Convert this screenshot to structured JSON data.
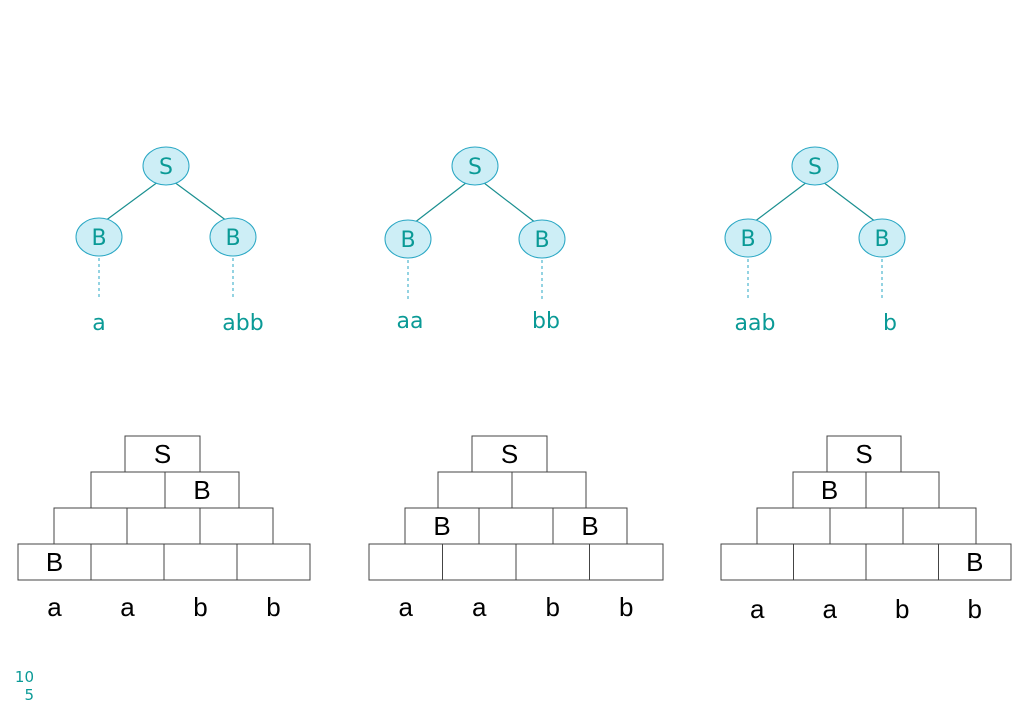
{
  "colors": {
    "tree_text": "#0a9a96",
    "node_fill": "#cdeef6",
    "node_stroke": "#29a7c4",
    "grid_text": "#000000"
  },
  "trees": [
    {
      "root": "S",
      "left": "B",
      "right": "B",
      "left_yield": "a",
      "right_yield": "abb"
    },
    {
      "root": "S",
      "left": "B",
      "right": "B",
      "left_yield": "aa",
      "right_yield": "bb"
    },
    {
      "root": "S",
      "left": "B",
      "right": "B",
      "left_yield": "aab",
      "right_yield": "b"
    }
  ],
  "tables": [
    {
      "rows": [
        [
          "S"
        ],
        [
          "",
          "B"
        ],
        [
          "",
          "",
          ""
        ],
        [
          "B",
          "",
          "",
          ""
        ]
      ],
      "input": [
        "a",
        "a",
        "b",
        "b"
      ]
    },
    {
      "rows": [
        [
          "S"
        ],
        [
          "",
          ""
        ],
        [
          "B",
          "",
          "B"
        ],
        [
          "",
          "",
          "",
          ""
        ]
      ],
      "input": [
        "a",
        "a",
        "b",
        "b"
      ]
    },
    {
      "rows": [
        [
          "S"
        ],
        [
          "B",
          ""
        ],
        [
          "",
          "",
          ""
        ],
        [
          "",
          "",
          "",
          "B"
        ]
      ],
      "input": [
        "a",
        "a",
        "b",
        "b"
      ]
    }
  ],
  "page_number": [
    "10",
    "5"
  ]
}
